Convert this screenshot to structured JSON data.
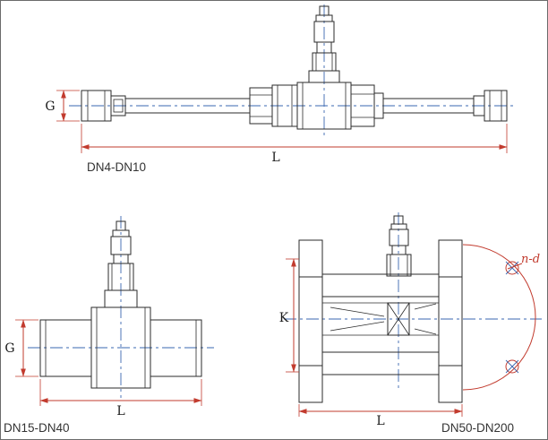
{
  "colors": {
    "drawing_line": "#2b2b2b",
    "dimension_line": "#c23b2e",
    "centerline": "#3a67b0",
    "background": "#ffffff"
  },
  "views": {
    "dn4_dn10": {
      "caption": "DN4-DN10",
      "dim_g": "G",
      "dim_l": "L"
    },
    "dn15_dn40": {
      "caption": "DN15-DN40",
      "dim_g": "G",
      "dim_l": "L"
    },
    "dn50_dn200": {
      "caption": "DN50-DN200",
      "dim_k": "K",
      "dim_l": "L",
      "bolt_note": "n-d"
    }
  }
}
